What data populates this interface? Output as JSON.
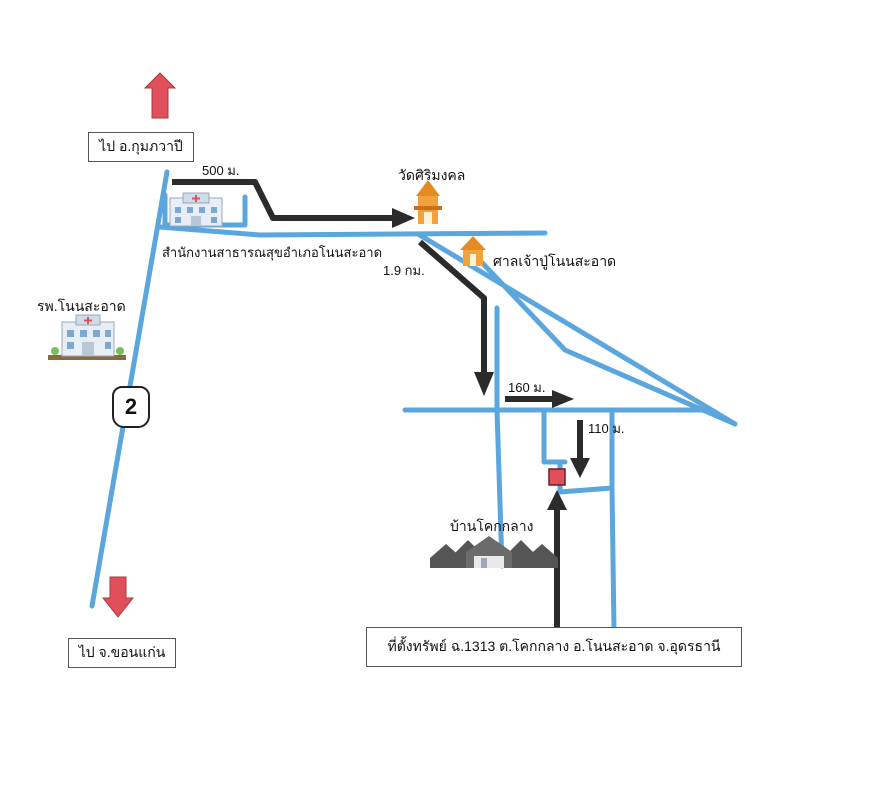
{
  "labels": {
    "north_dest": "ไป อ.กุมภวาปี",
    "south_dest": "ไป จ.ขอนแก่น",
    "distance_500": "500 ม.",
    "distance_1_9": "1.9 กม.",
    "distance_160": "160 ม.",
    "distance_110": "110 ม.",
    "temple": "วัดศิริมงคล",
    "shrine": "ศาลเจ้าปู่โนนสะอาด",
    "health_office": "สำนักงานสาธารณสุขอำเภอโนนสะอาด",
    "hospital": "รพ.โนนสะอาด",
    "village": "บ้านโคกกลาง",
    "highway_number": "2",
    "property": "ที่ตั้งทรัพย์ ฉ.1313 ต.โคกกลาง อ.โนนสะอาด จ.อุดรธานี"
  },
  "icons": {
    "hospital": "hospital-building-icon",
    "temple": "temple-icon",
    "shrine": "shrine-icon",
    "village": "houses-icon",
    "property": "property-marker-icon"
  },
  "colors": {
    "road": "#5aa6dd",
    "route_arrow": "#2b2b2b",
    "direction_arrow": "#e0505a",
    "property_marker": "#e0505a"
  }
}
